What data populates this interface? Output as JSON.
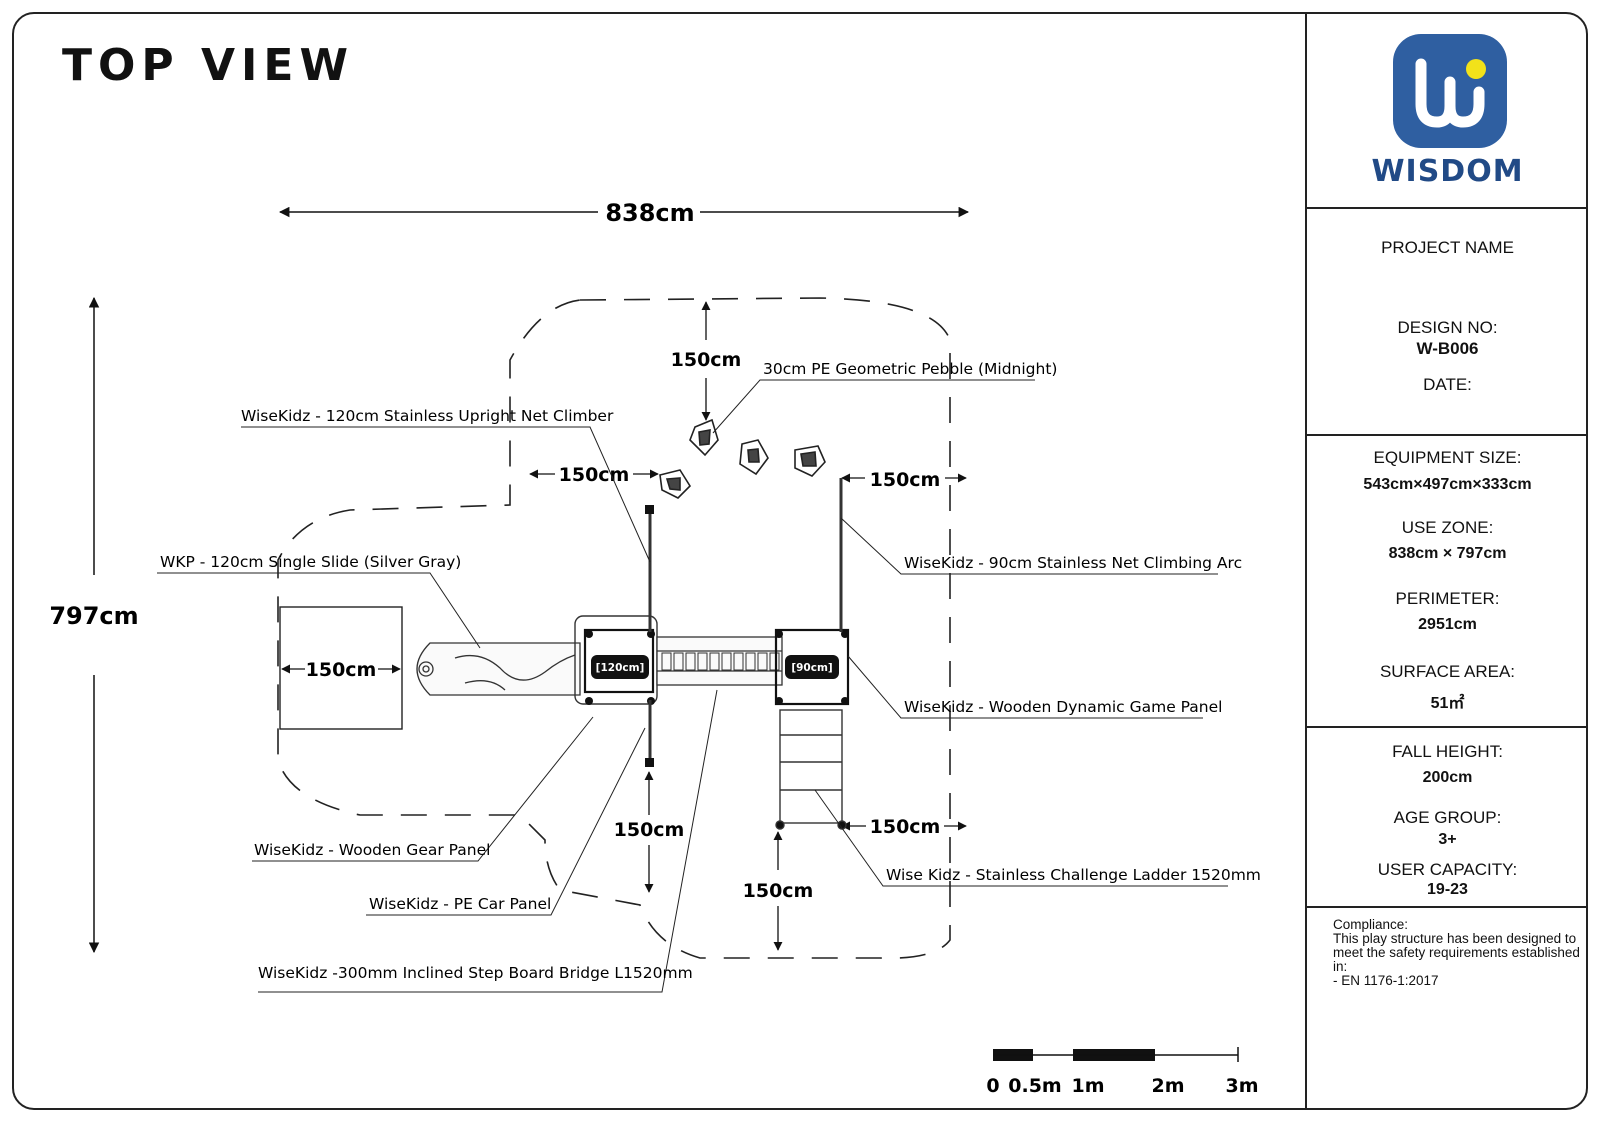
{
  "title": "TOP VIEW",
  "dimensions": {
    "width": "838cm",
    "height": "797cm",
    "clearance": "150cm"
  },
  "components": {
    "pebble": "30cm PE Geometric Pebble (Midnight)",
    "upright_net": "WiseKidz - 120cm Stainless Upright Net Climber",
    "net_arc": "WiseKidz - 90cm Stainless Net Climbing Arc",
    "slide": "WKP - 120cm Single Slide (Silver Gray)",
    "dynamic_panel": "WiseKidz - Wooden Dynamic Game Panel",
    "gear_panel": "WiseKidz - Wooden Gear Panel",
    "car_panel": "WiseKidz - PE Car Panel",
    "ladder": "Wise Kidz - Stainless Challenge Ladder 1520mm",
    "bridge": "WiseKidz -300mm Inclined Step Board Bridge L1520mm"
  },
  "platforms": {
    "left": "[120cm]",
    "right": "[90cm]"
  },
  "scale": {
    "labels": [
      "0",
      "0.5m",
      "1m",
      "2m",
      "3m"
    ]
  },
  "logo": {
    "name": "WISDOM",
    "color": "#2f5fa1",
    "accent": "#f2e21a"
  },
  "info": {
    "project_name_label": "PROJECT NAME",
    "design_no_label": "DESIGN NO:",
    "design_no": "W-B006",
    "date_label": "DATE:",
    "equipment_size_label": "EQUIPMENT SIZE:",
    "equipment_size": "543cm×497cm×333cm",
    "use_zone_label": "USE ZONE:",
    "use_zone": "838cm × 797cm",
    "perimeter_label": "PERIMETER:",
    "perimeter": "2951cm",
    "surface_area_label": "SURFACE AREA:",
    "surface_area": "51㎡",
    "fall_height_label": "FALL HEIGHT:",
    "fall_height": "200cm",
    "age_group_label": "AGE GROUP:",
    "age_group": "3+",
    "user_capacity_label": "USER CAPACITY:",
    "user_capacity": "19-23",
    "compliance_title": "Compliance:",
    "compliance_text": "This play structure has been designed to meet the safety requirements established in:",
    "compliance_standard": "-    EN 1176-1:2017"
  }
}
